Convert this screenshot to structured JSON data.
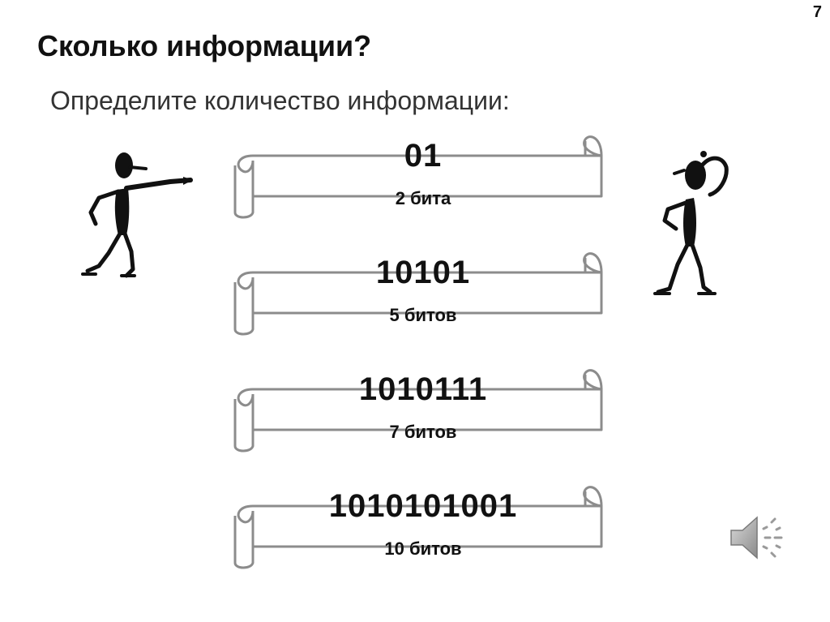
{
  "slide": {
    "page_number": "7",
    "title": "Сколько информации?",
    "subtitle": "Определите количество информации:"
  },
  "items": [
    {
      "value": "01",
      "bits": "2 бита"
    },
    {
      "value": "10101",
      "bits": "5 битов"
    },
    {
      "value": "1010111",
      "bits": "7 битов"
    },
    {
      "value": "1010101001",
      "bits": "10 битов"
    }
  ],
  "icons": {
    "left_figure": "pointing-stick-figure-icon",
    "right_figure": "thinking-stick-figure-icon",
    "speaker": "speaker-icon"
  },
  "colors": {
    "scroll_stroke": "#8c8c8c",
    "text": "#111111"
  }
}
